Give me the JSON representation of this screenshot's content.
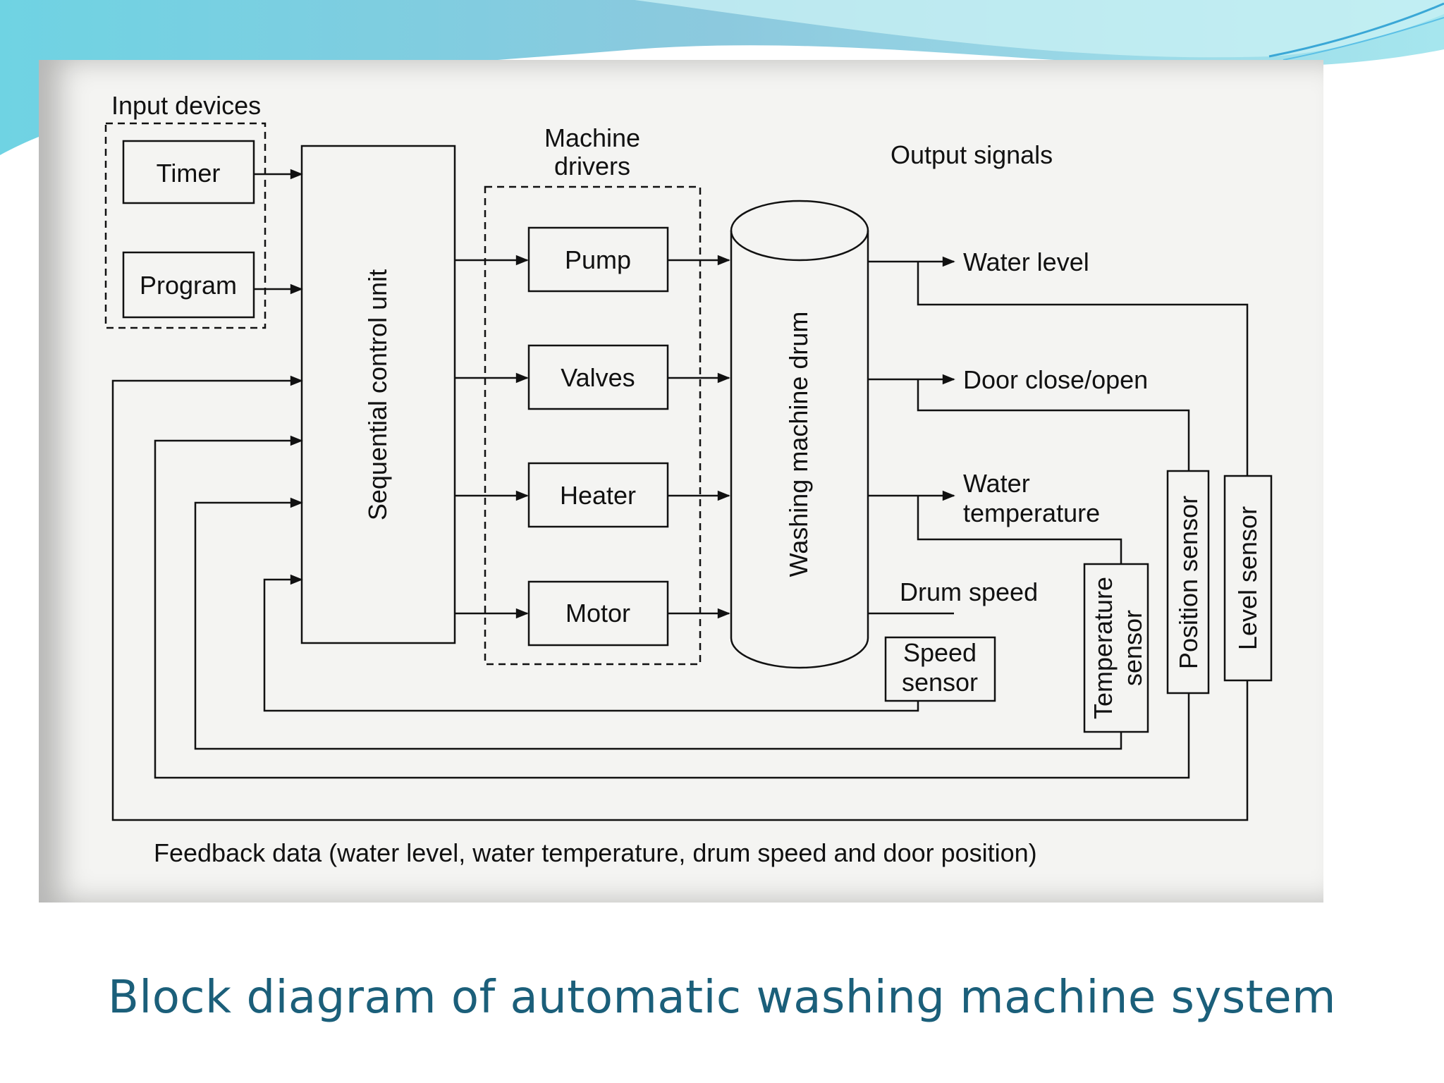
{
  "slide": {
    "title": "Block diagram of automatic washing machine system",
    "title_color": "#1b5f7a"
  },
  "diagram": {
    "input_devices": {
      "label": "Input devices",
      "items": [
        "Timer",
        "Program"
      ]
    },
    "control_unit": "Sequential control unit",
    "machine_drivers": {
      "label": "Machine drivers",
      "items": [
        "Pump",
        "Valves",
        "Heater",
        "Motor"
      ]
    },
    "drum": "Washing machine drum",
    "output_signals": {
      "label": "Output signals",
      "water_level": "Water level",
      "door": "Door close/open",
      "water_temperature": "Water temperature",
      "drum_speed": "Drum speed"
    },
    "sensors": {
      "speed": "Speed sensor",
      "temperature": "Temperature sensor",
      "position": "Position sensor",
      "level": "Level sensor"
    },
    "feedback": "Feedback data (water level, water temperature, drum speed and door position)"
  }
}
